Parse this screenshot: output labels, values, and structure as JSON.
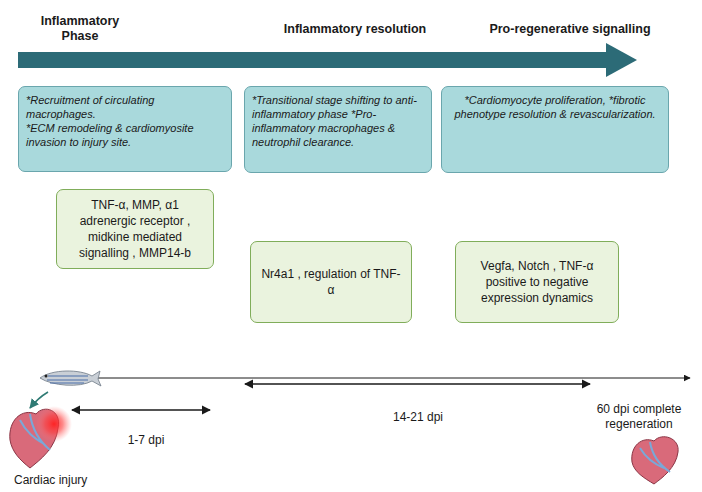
{
  "diagram": {
    "nodes": [
      {
        "text": [
          "*Recruitment of circulating macrophages.",
          "*ECM remodeling & cardiomyosite invasion to injury site."
        ]
      },
      {
        "text": [
          "*Transitional stage shifting to anti-inflammatory phase *Pro-inflammatory macrophages & neutrophil clearance."
        ]
      },
      {
        "text": [
          "*Cardiomyocyte proliferation, *fibrotic phenotype resolution & revascularization."
        ]
      },
      {
        "text": [
          "TNF-α, MMP, α1 adrenergic receptor , midkine mediated signalling , MMP14-b"
        ]
      },
      {
        "text": [
          "Nr4a1 , regulation of TNF-α"
        ]
      },
      {
        "text": [
          "Vegfa, Notch , TNF-α positive to negative expression dynamics"
        ]
      }
    ],
    "labels": [
      "Inflammatory Phase",
      "Inflammatory resolution",
      "Pro-regenerative signalling",
      "1-7 dpi",
      "14-21 dpi",
      "60 dpi complete regeneration",
      "Cardiac injury"
    ]
  }
}
